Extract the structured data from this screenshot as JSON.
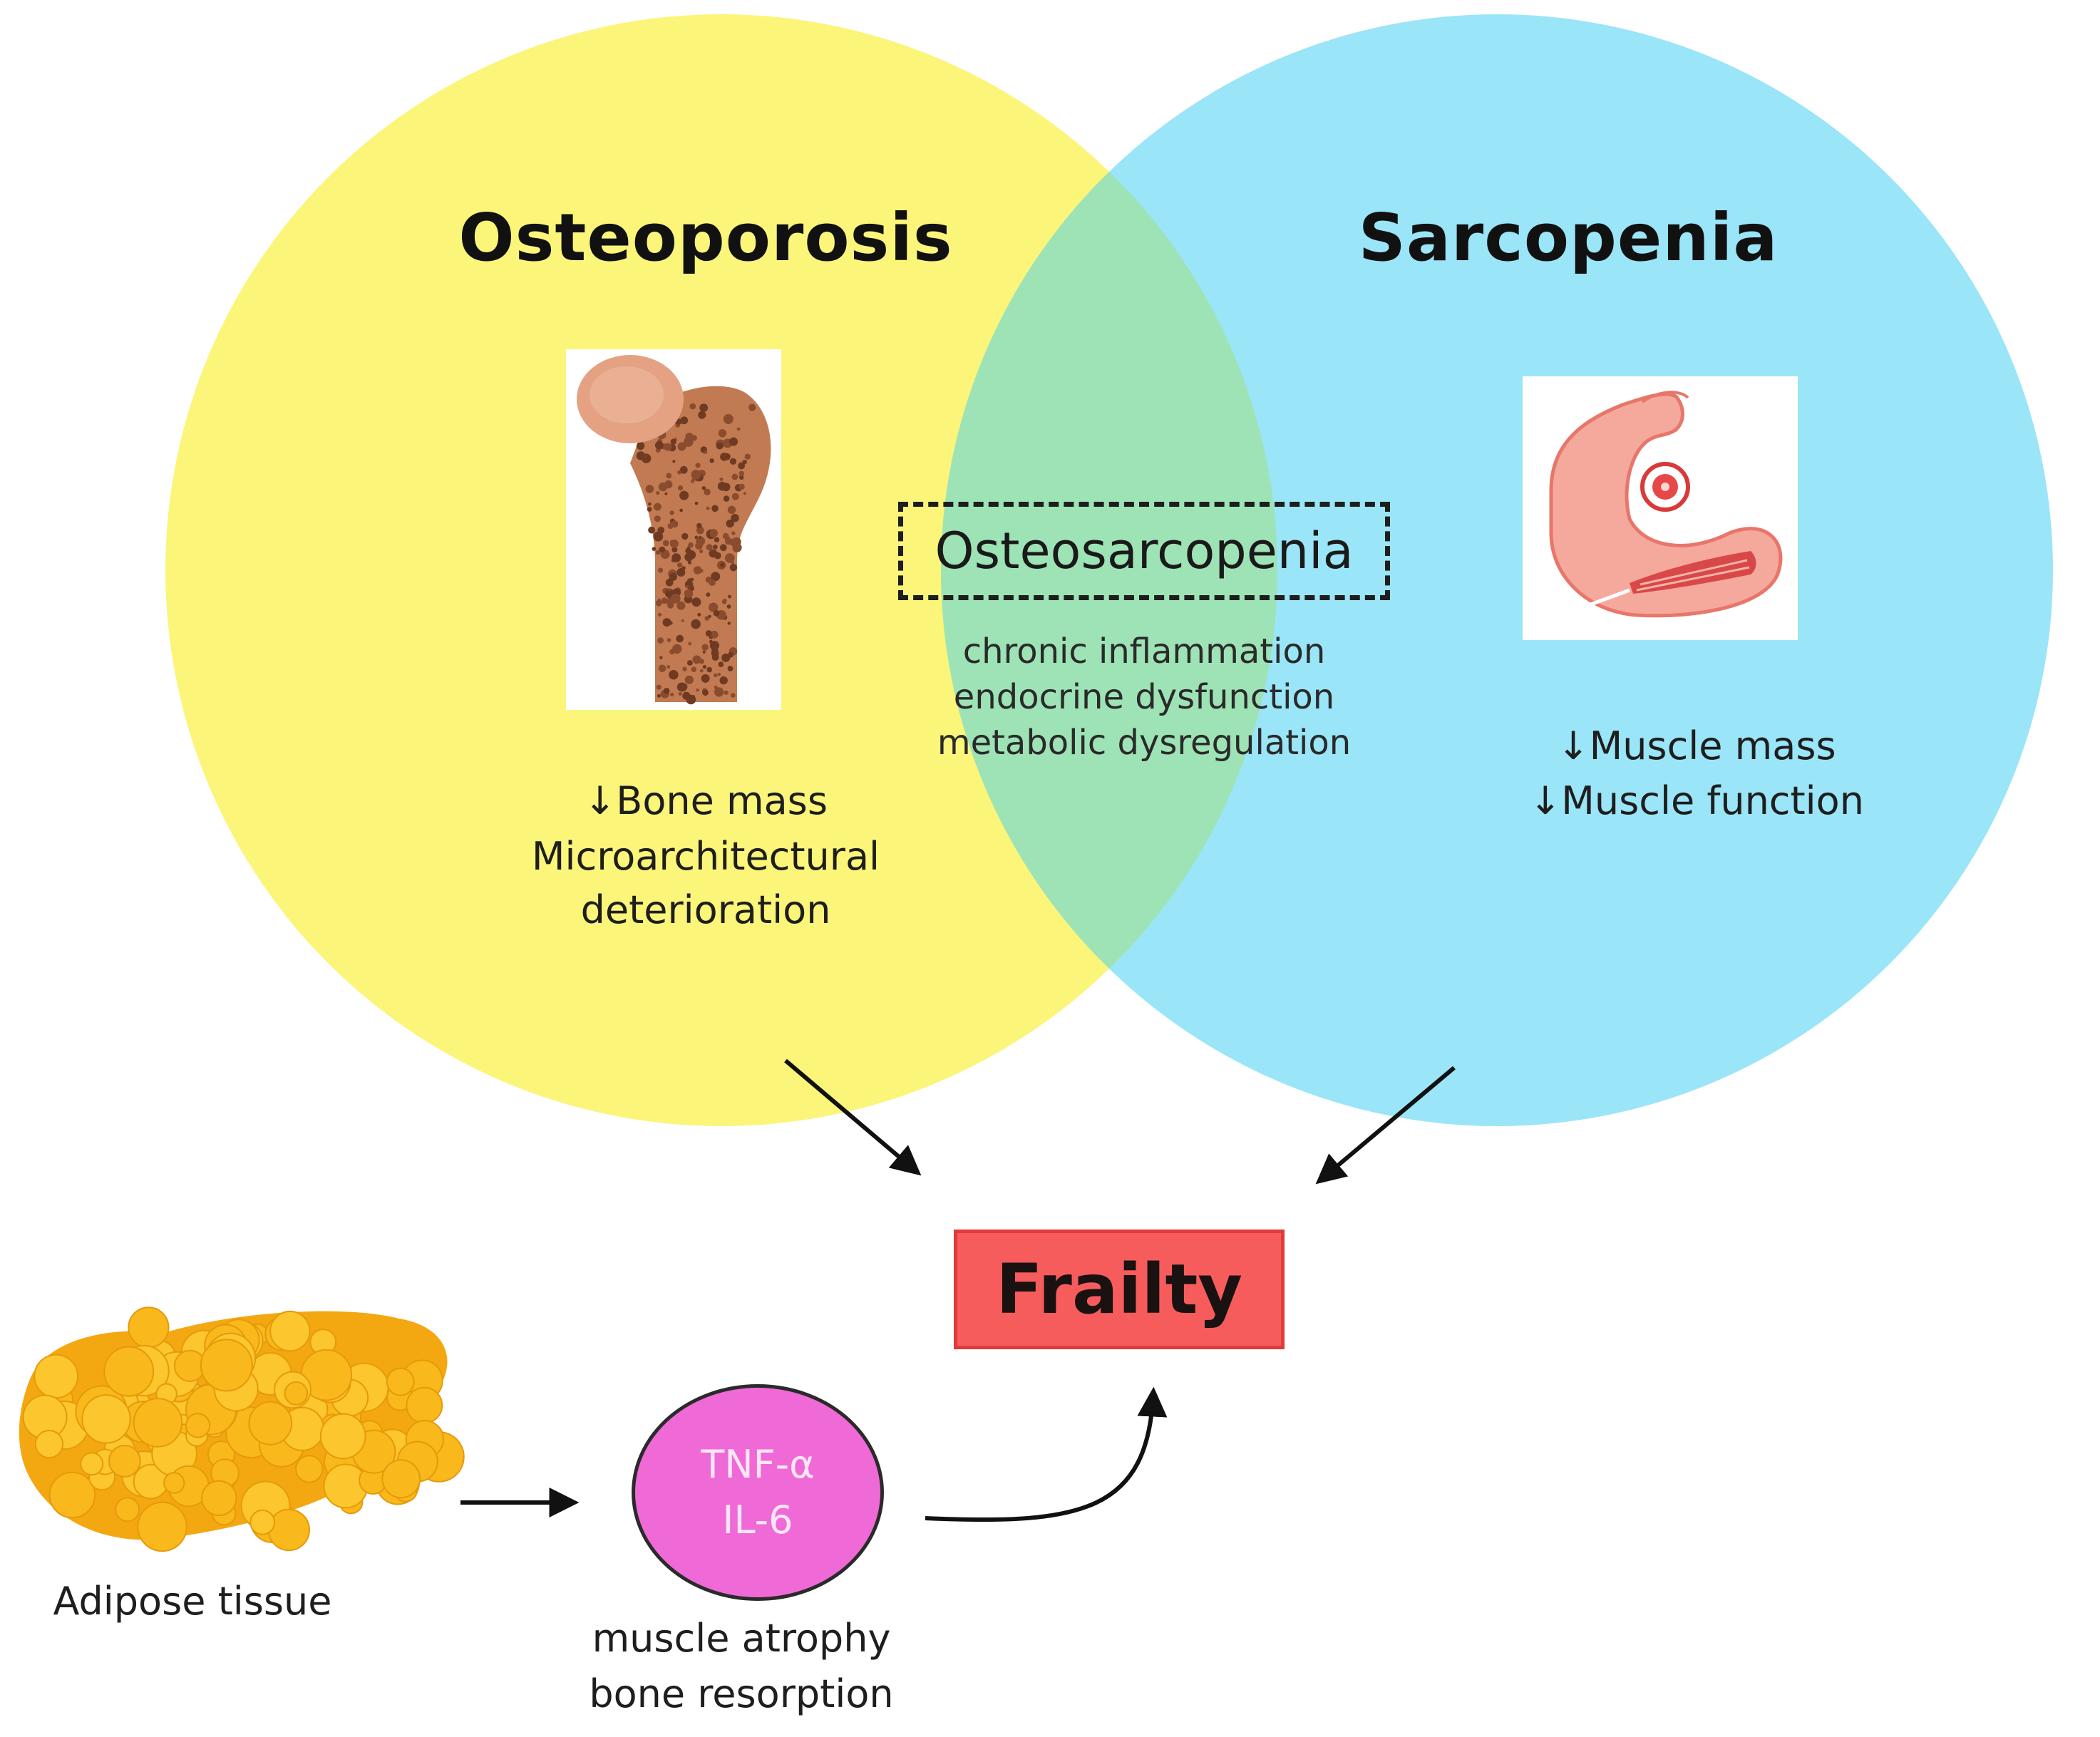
{
  "colors": {
    "osteoporosis_circle": "#fbf57a",
    "sarcopenia_circle": "#9ae5f7",
    "overlap": "#9ee3b6",
    "frailty_box": "#f75c5c",
    "cytokine_circle": "#ef6ad6",
    "adipose": "#f6b11a"
  },
  "osteoporosis": {
    "title": "Osteoporosis",
    "lines": [
      "↓Bone mass",
      "Microarchitectural",
      "deterioration"
    ]
  },
  "sarcopenia": {
    "title": "Sarcopenia",
    "lines": [
      "↓Muscle mass",
      "↓Muscle function"
    ]
  },
  "overlap": {
    "label": "Osteosarcopenia",
    "mechanisms": [
      "chronic inflammation",
      "endocrine dysfunction",
      "metabolic dysregulation"
    ]
  },
  "outcome": {
    "label": "Frailty"
  },
  "adipose": {
    "label": "Adipose tissue"
  },
  "cytokines": {
    "lines": [
      "TNF-α",
      "IL-6"
    ],
    "effects": [
      "muscle atrophy",
      "bone resorption"
    ]
  },
  "icons": {
    "bone": "femur-bone-icon",
    "muscle": "flexed-arm-muscle-icon",
    "adipose": "adipose-tissue-icon"
  }
}
